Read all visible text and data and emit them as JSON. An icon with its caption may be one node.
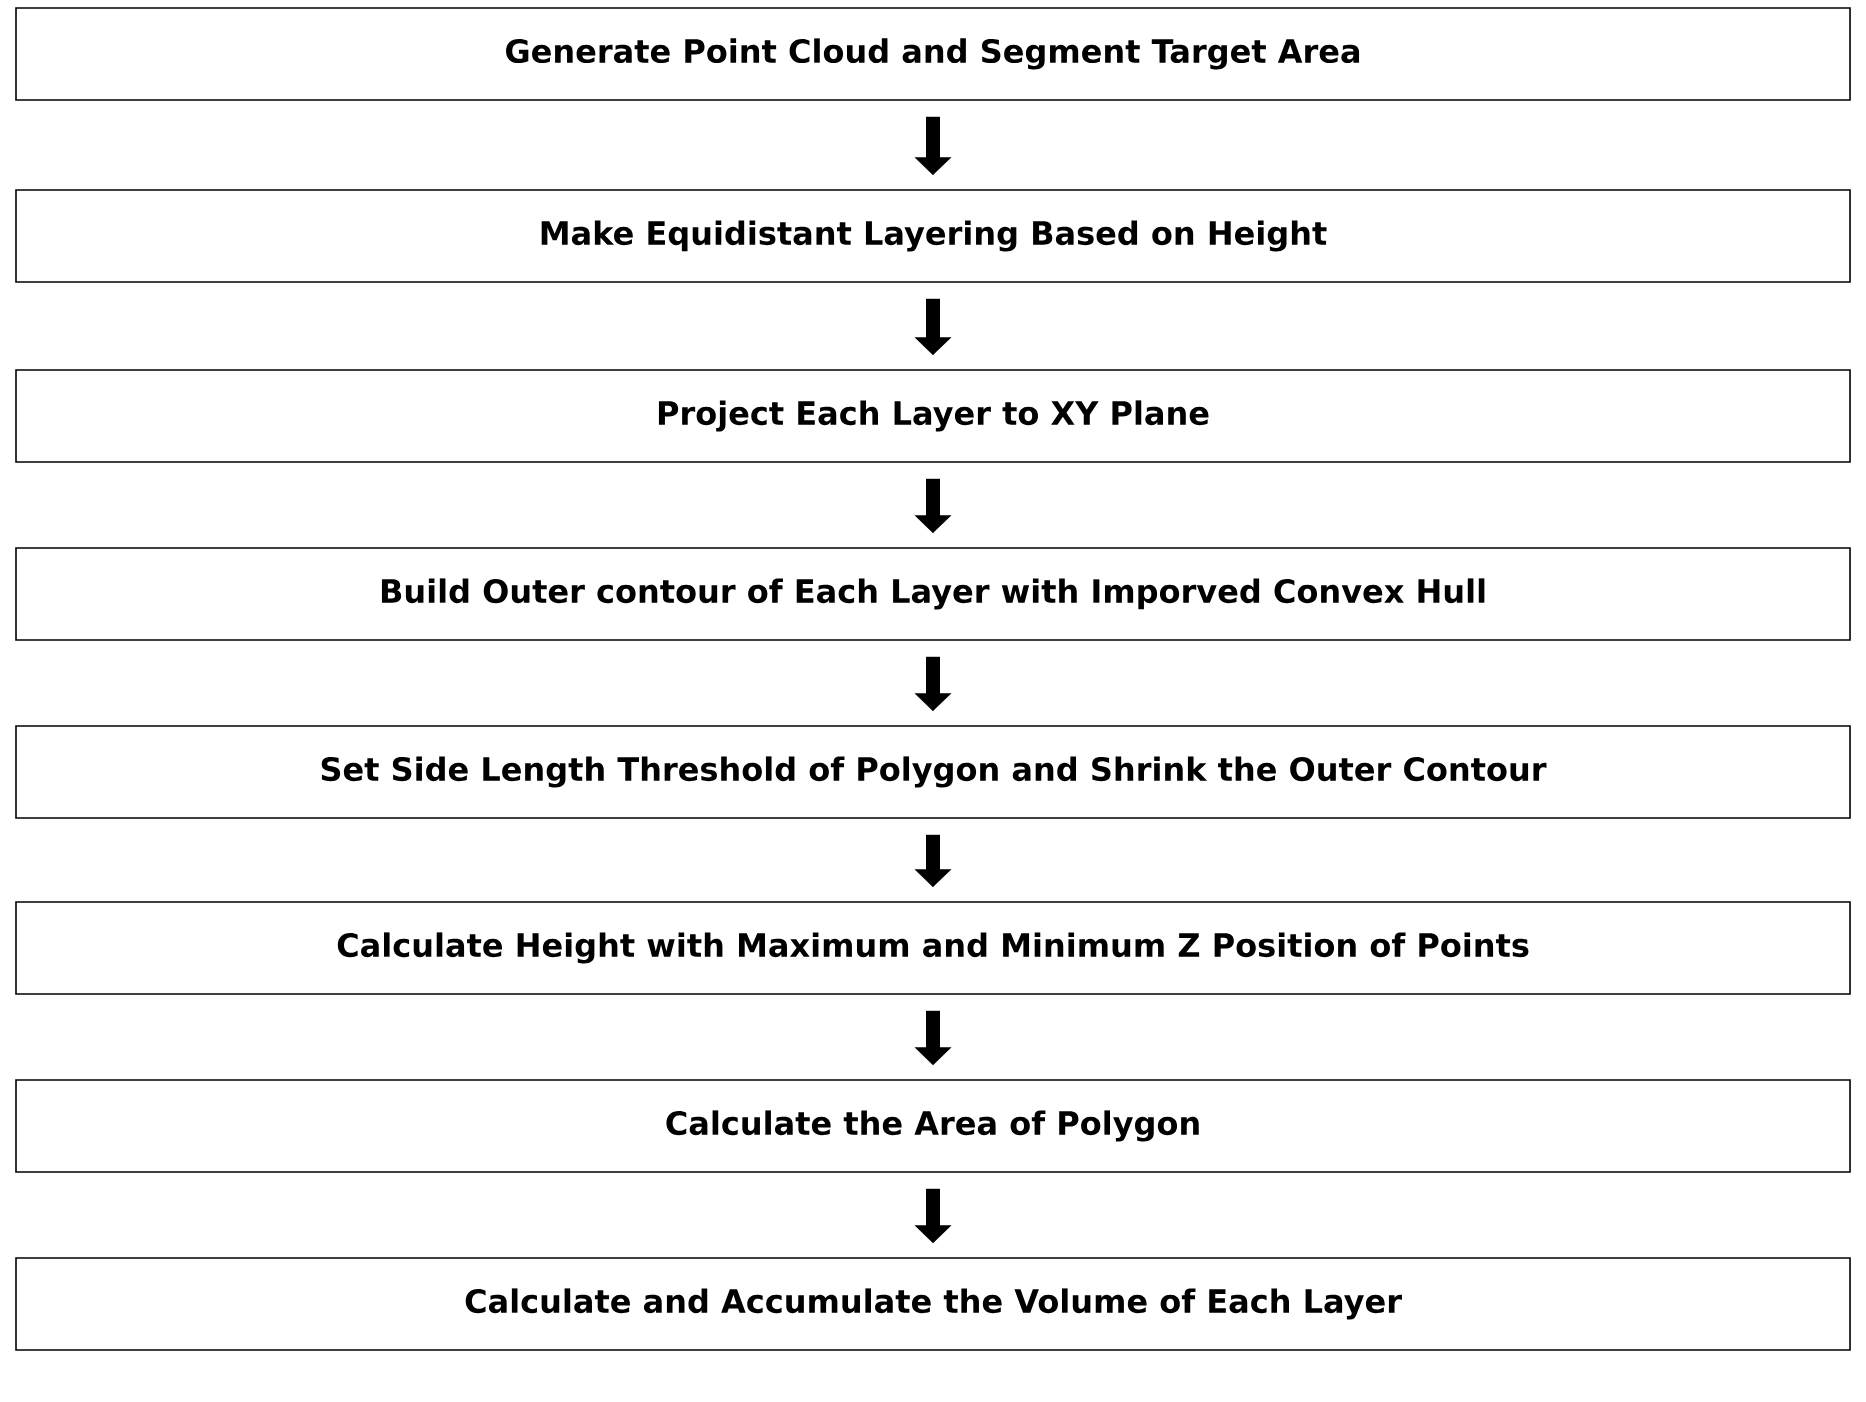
{
  "diagram": {
    "nodes": [
      {
        "text": [
          "Generate Point Cloud and Segment Target Area"
        ]
      },
      {
        "text": [
          "Make Equidistant Layering Based on Height"
        ]
      },
      {
        "text": [
          "Project Each Layer to XY Plane"
        ]
      },
      {
        "text": [
          "Build Outer contour of Each Layer with Imporved Convex Hull"
        ]
      },
      {
        "text": [
          "Set Side Length Threshold of Polygon and Shrink the Outer Contour"
        ]
      },
      {
        "text": [
          "Calculate Height with Maximum and Minimum Z Position of Points"
        ]
      },
      {
        "text": [
          "Calculate the Area of Polygon"
        ]
      },
      {
        "text": [
          "Calculate and Accumulate the Volume of Each Layer"
        ]
      }
    ],
    "edges": [
      {
        "from": 0,
        "to": 1,
        "arrow": "to"
      },
      {
        "from": 1,
        "to": 2,
        "arrow": "to"
      },
      {
        "from": 2,
        "to": 3,
        "arrow": "to"
      },
      {
        "from": 3,
        "to": 4,
        "arrow": "to"
      },
      {
        "from": 4,
        "to": 5,
        "arrow": "to"
      },
      {
        "from": 5,
        "to": 6,
        "arrow": "to"
      },
      {
        "from": 6,
        "to": 7,
        "arrow": "to"
      }
    ]
  }
}
